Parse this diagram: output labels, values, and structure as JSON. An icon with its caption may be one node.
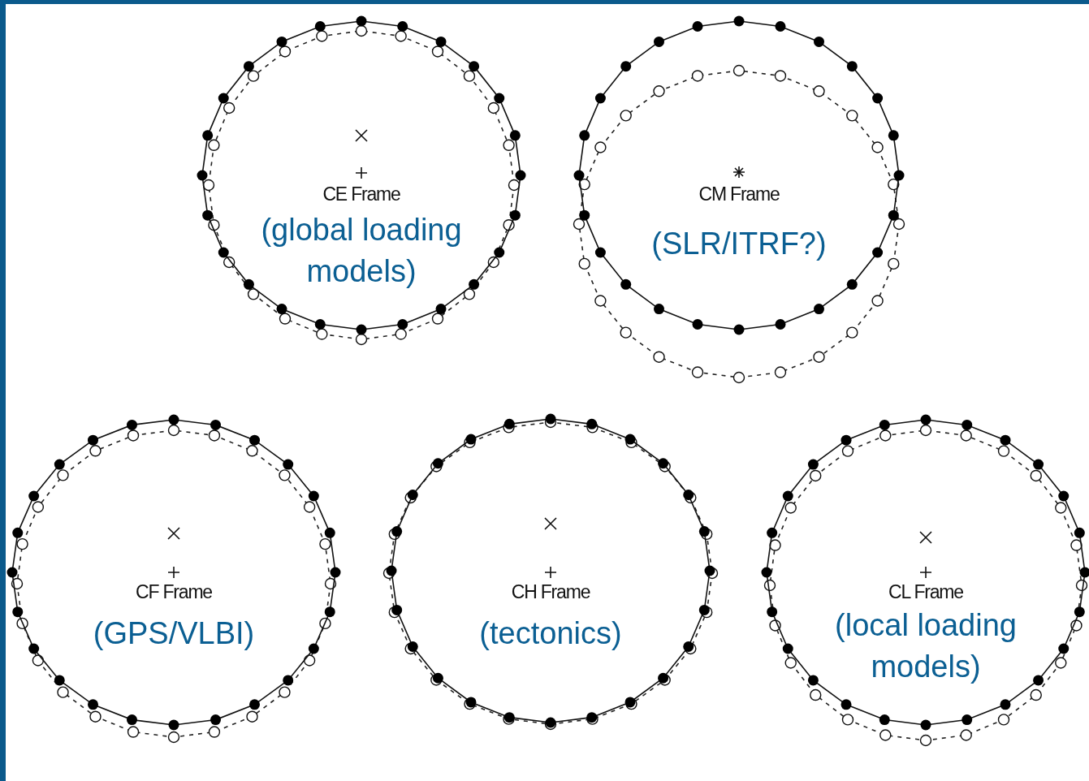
{
  "diagram": {
    "nodes": [
      {
        "text": [
          "CE Frame",
          "(global loading models)"
        ]
      },
      {
        "text": [
          "CM Frame",
          "(SLR/ITRF?)"
        ]
      },
      {
        "text": [
          "CF Frame",
          "(GPS/VLBI)"
        ]
      },
      {
        "text": [
          "CH Frame",
          "(tectonics)"
        ]
      },
      {
        "text": [
          "CL Frame",
          "(local loading models)"
        ]
      }
    ]
  }
}
